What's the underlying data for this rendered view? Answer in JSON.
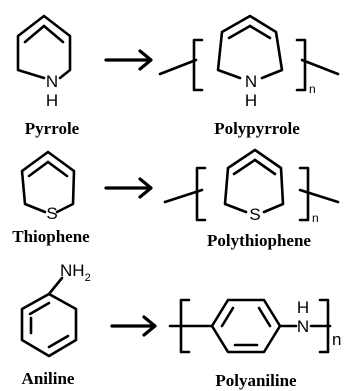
{
  "atoms": {
    "nitrogen": "N",
    "hydrogen": "H",
    "sulfur": "S",
    "amine_n": "NH",
    "amine_sub": "2"
  },
  "repeat_index": "n",
  "reactions": [
    {
      "monomer": "Pyrrole",
      "polymer": "Polypyrrole"
    },
    {
      "monomer": "Thiophene",
      "polymer": "Polythiophene"
    },
    {
      "monomer": "Aniline",
      "polymer": "Polyaniline"
    }
  ]
}
